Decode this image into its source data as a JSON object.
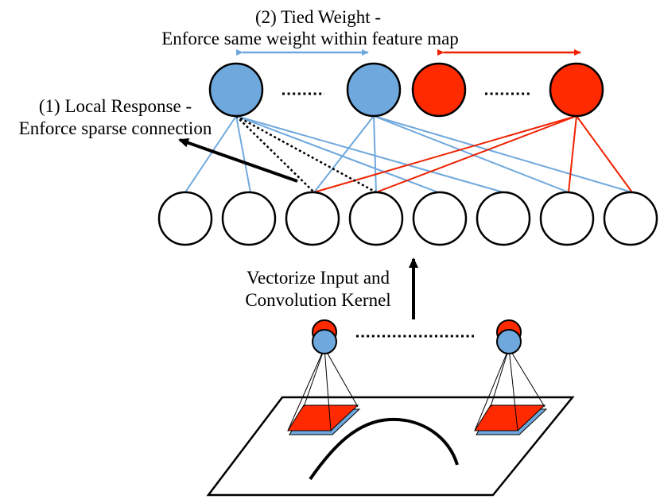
{
  "labels": {
    "tied_weight_line1": "(2) Tied Weight -",
    "tied_weight_line2": "Enforce same weight within feature map",
    "local_response_line1": "(1) Local Response -",
    "local_response_line2": "Enforce sparse connection",
    "vectorize_line1": "Vectorize Input and",
    "vectorize_line2": "Convolution Kernel",
    "hidden_ellipsis_left": "·······",
    "hidden_ellipsis_right": "·······"
  },
  "colors": {
    "blue_unit": "#6fa8dc",
    "red_unit": "#ff2a00",
    "blue_connection": "#6fa8dc",
    "red_connection": "#ee2200",
    "outline": "#000000"
  }
}
